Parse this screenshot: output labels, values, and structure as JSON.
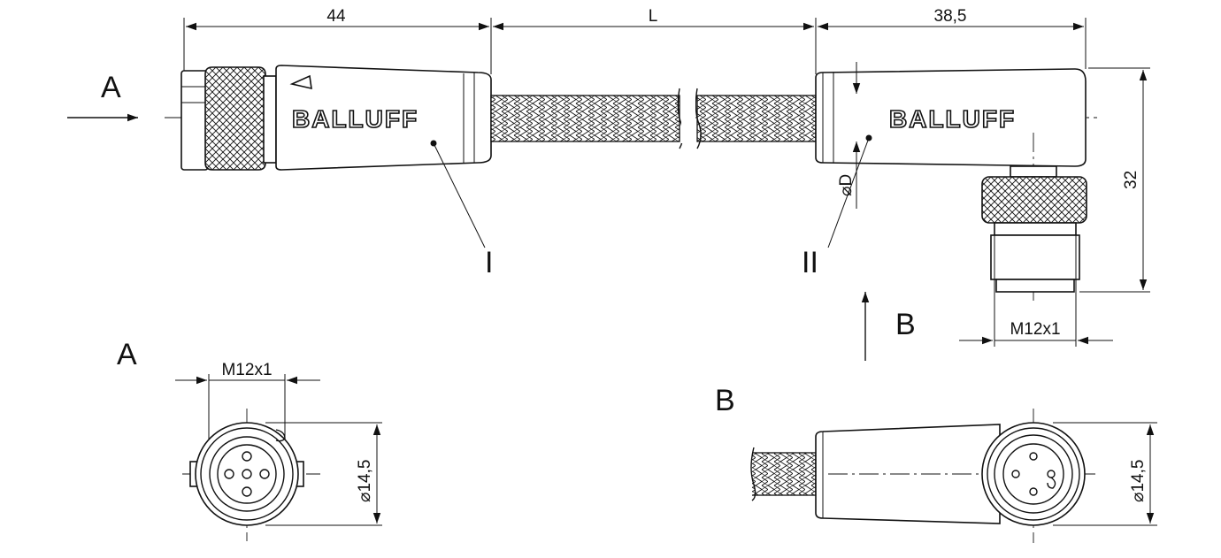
{
  "dimensions": {
    "length_left": "44",
    "length_cable": "L",
    "length_right": "38,5",
    "height_right": "32",
    "thread_right": "M12x1",
    "thread_view_a": "M12x1",
    "diameter_view_a": "⌀14,5",
    "diameter_view_b": "⌀14,5",
    "cable_diameter": "⌀D"
  },
  "views": {
    "arrow_a": "A",
    "arrow_b": "B",
    "title_a": "A",
    "title_b": "B"
  },
  "references": {
    "left_connector": "I",
    "right_connector": "II"
  },
  "brand": {
    "left_logo": "BALLUFF",
    "right_logo": "BALLUFF"
  }
}
